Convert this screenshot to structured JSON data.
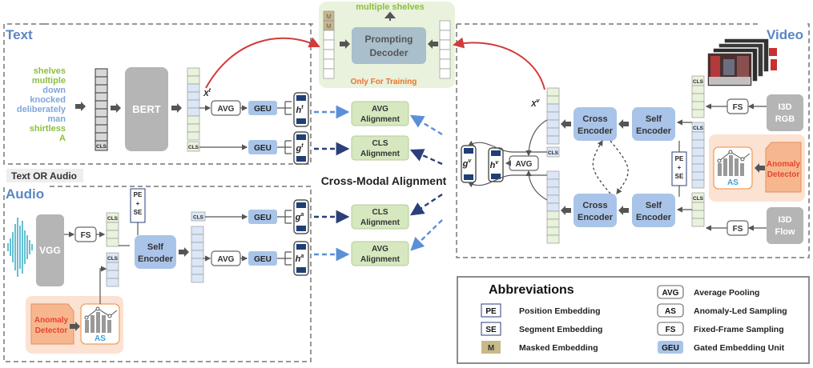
{
  "sections": {
    "text": "Text",
    "video": "Video",
    "audio": "Audio",
    "text_or_audio": "Text OR Audio",
    "cross_modal": "Cross-Modal Alignment"
  },
  "prompting": {
    "top_label": "multiple shelves",
    "decoder_line1": "Prompting",
    "decoder_line2": "Decoder",
    "only_training": "Only For Training",
    "mask_token": "M"
  },
  "text_branch": {
    "words": [
      "shelves",
      "multiple",
      "down",
      "knocked",
      "deliberately",
      "man",
      "shirtless",
      "A"
    ],
    "encoder": "BERT",
    "x_label": "X",
    "x_sup": "t",
    "cls": "CLS",
    "avg": "AVG",
    "geu": "GEU",
    "h_label": "h",
    "h_sup": "t",
    "g_label": "g",
    "g_sup": "t"
  },
  "alignment": {
    "avg_top_1": "AVG",
    "avg_top_2": "Alignment",
    "cls_top_1": "CLS",
    "cls_top_2": "Alignment",
    "cls_bot_1": "CLS",
    "cls_bot_2": "Alignment",
    "avg_bot_1": "AVG",
    "avg_bot_2": "Alignment"
  },
  "video_branch": {
    "rgb_1": "I3D",
    "rgb_2": "RGB",
    "flow_1": "I3D",
    "flow_2": "Flow",
    "fs": "FS",
    "cls": "CLS",
    "pe": "PE",
    "plus": "+",
    "se": "SE",
    "anomaly_1": "Anomaly",
    "anomaly_2": "Detector",
    "as": "AS",
    "self_1": "Self",
    "self_2": "Encoder",
    "cross_1": "Cross",
    "cross_2": "Encoder",
    "avg": "AVG",
    "x_label": "X",
    "x_sup": "v",
    "h_label": "h",
    "h_sup": "v",
    "g_label": "g",
    "g_sup": "v"
  },
  "audio_branch": {
    "encoder": "VGG",
    "fs": "FS",
    "pe": "PE",
    "plus": "+",
    "se": "SE",
    "cls": "CLS",
    "self_1": "Self",
    "self_2": "Encoder",
    "avg": "AVG",
    "geu": "GEU",
    "anomaly_1": "Anomaly",
    "anomaly_2": "Detector",
    "as": "AS",
    "g_label": "g",
    "g_sup": "a",
    "h_label": "h",
    "h_sup": "a"
  },
  "abbreviations": {
    "title": "Abbreviations",
    "items": [
      {
        "key": "PE",
        "desc": "Position Embedding",
        "style": "outline-blue"
      },
      {
        "key": "SE",
        "desc": "Segment Embedding",
        "style": "outline-blue"
      },
      {
        "key": "M",
        "desc": "Masked Embedding",
        "style": "masked"
      },
      {
        "key": "AVG",
        "desc": "Average Pooling",
        "style": "outline-gray"
      },
      {
        "key": "AS",
        "desc": "Anomaly-Led Sampling",
        "style": "outline-gray"
      },
      {
        "key": "FS",
        "desc": "Fixed-Frame Sampling",
        "style": "outline-gray"
      },
      {
        "key": "GEU",
        "desc": "Gated Embedding Unit",
        "style": "geu"
      }
    ]
  },
  "colors": {
    "section_title": "#5b86c5",
    "word_green": "#8cbf3f",
    "word_blue": "#7fa6dc",
    "geu_fill": "#a9c4e8",
    "encoder_fill": "#a9c4e8",
    "gray_block": "#b5b5b5",
    "prompt_bg": "#e9f2dc",
    "decoder_fill": "#a9bfcb",
    "red_arrow": "#d43a3a",
    "anomaly_bg": "#fbe2d2",
    "anomaly_box": "#f6b78f",
    "anomaly_text": "#e8432e",
    "dark_blue_arrow": "#2b3f7a",
    "light_blue_arrow": "#5b8fd6",
    "masked_fill": "#c8b98a"
  }
}
